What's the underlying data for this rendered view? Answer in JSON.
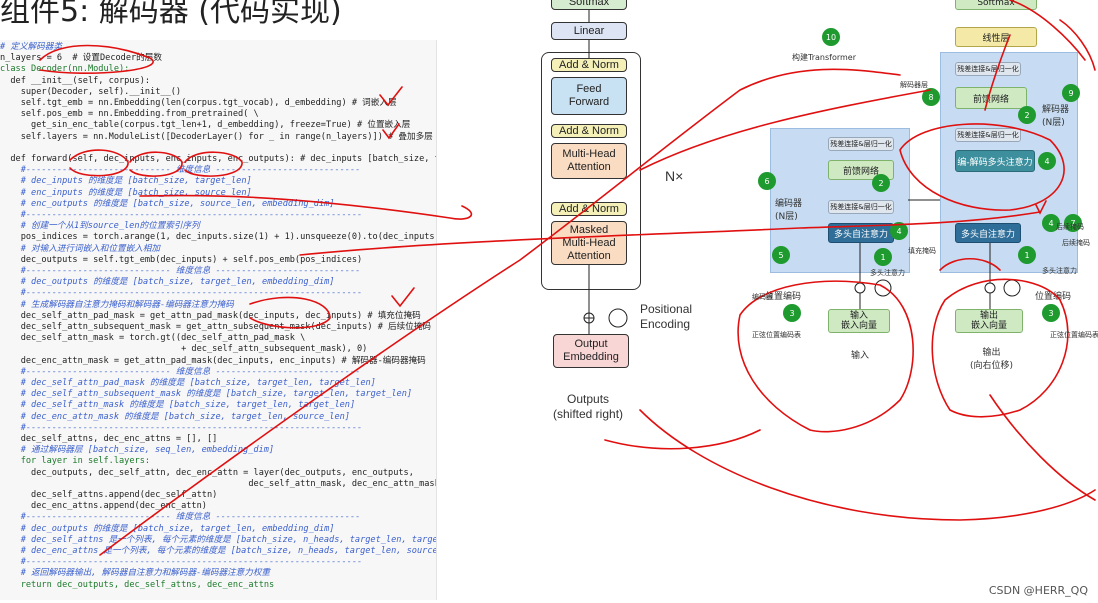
{
  "heading": "组件5: 解码器 (代码实现)",
  "code_lines": [
    {
      "t": "# 定义解码器类",
      "c": "comment"
    },
    {
      "t": "n_layers = 6  # 设置Decoder的层数",
      "c": ""
    },
    {
      "t": "class Decoder(nn.Module):",
      "c": "kw"
    },
    {
      "t": "  def __init__(self, corpus):",
      "c": ""
    },
    {
      "t": "    super(Decoder, self).__init__()",
      "c": ""
    },
    {
      "t": "    self.tgt_emb = nn.Embedding(len(corpus.tgt_vocab), d_embedding) # 词嵌入层",
      "c": ""
    },
    {
      "t": "    self.pos_emb = nn.Embedding.from_pretrained( \\",
      "c": ""
    },
    {
      "t": "      get_sin_enc_table(corpus.tgt_len+1, d_embedding), freeze=True) # 位置嵌入层",
      "c": ""
    },
    {
      "t": "    self.layers = nn.ModuleList([DecoderLayer() for _ in range(n_layers)]) # 叠加多层",
      "c": ""
    },
    {
      "t": "",
      "c": ""
    },
    {
      "t": "  def forward(self, dec_inputs, enc_inputs, enc_outputs): # dec_inputs [batch_size, target_len]",
      "c": ""
    },
    {
      "t": "    #---------------------------- 维度信息 ----------------------------",
      "c": "comment"
    },
    {
      "t": "    # dec_inputs 的维度是 [batch_size, target_len]",
      "c": "comment"
    },
    {
      "t": "    # enc_inputs 的维度是 [batch_size, source_len]",
      "c": "comment"
    },
    {
      "t": "    # enc_outputs 的维度是 [batch_size, source_len, embedding_dim]",
      "c": "comment"
    },
    {
      "t": "    #-----------------------------------------------------------------",
      "c": "comment"
    },
    {
      "t": "    # 创建一个从1到source_len的位置索引序列",
      "c": "comment"
    },
    {
      "t": "    pos_indices = torch.arange(1, dec_inputs.size(1) + 1).unsqueeze(0).to(dec_inputs)",
      "c": ""
    },
    {
      "t": "    # 对输入进行词嵌入和位置嵌入相加",
      "c": "comment"
    },
    {
      "t": "    dec_outputs = self.tgt_emb(dec_inputs) + self.pos_emb(pos_indices)",
      "c": ""
    },
    {
      "t": "    #---------------------------- 维度信息 ----------------------------",
      "c": "comment"
    },
    {
      "t": "    # dec_outputs 的维度是 [batch_size, target_len, embedding_dim]",
      "c": "comment"
    },
    {
      "t": "    #-----------------------------------------------------------------",
      "c": "comment"
    },
    {
      "t": "    # 生成解码器自注意力掩码和解码器-编码器注意力掩码",
      "c": "comment"
    },
    {
      "t": "    dec_self_attn_pad_mask = get_attn_pad_mask(dec_inputs, dec_inputs) # 填充位掩码",
      "c": ""
    },
    {
      "t": "    dec_self_attn_subsequent_mask = get_attn_subsequent_mask(dec_inputs) # 后续位掩码",
      "c": ""
    },
    {
      "t": "    dec_self_attn_mask = torch.gt((dec_self_attn_pad_mask \\",
      "c": ""
    },
    {
      "t": "                                   + dec_self_attn_subsequent_mask), 0)",
      "c": ""
    },
    {
      "t": "    dec_enc_attn_mask = get_attn_pad_mask(dec_inputs, enc_inputs) # 解码器-编码器掩码",
      "c": ""
    },
    {
      "t": "    #---------------------------- 维度信息 ----------------------------",
      "c": "comment"
    },
    {
      "t": "    # dec_self_attn_pad_mask 的维度是 [batch_size, target_len, target_len]",
      "c": "comment"
    },
    {
      "t": "    # dec_self_attn_subsequent_mask 的维度是 [batch_size, target_len, target_len]",
      "c": "comment"
    },
    {
      "t": "    # dec_self_attn_mask 的维度是 [batch_size, target_len, target_len]",
      "c": "comment"
    },
    {
      "t": "    # dec_enc_attn_mask 的维度是 [batch_size, target_len, source_len]",
      "c": "comment"
    },
    {
      "t": "    #-----------------------------------------------------------------",
      "c": "comment"
    },
    {
      "t": "    dec_self_attns, dec_enc_attns = [], []",
      "c": ""
    },
    {
      "t": "    # 通过解码器层 [batch_size, seq_len, embedding_dim]",
      "c": "comment"
    },
    {
      "t": "    for layer in self.layers:",
      "c": "kw"
    },
    {
      "t": "      dec_outputs, dec_self_attn, dec_enc_attn = layer(dec_outputs, enc_outputs,",
      "c": ""
    },
    {
      "t": "                                                dec_self_attn_mask, dec_enc_attn_mask)",
      "c": ""
    },
    {
      "t": "      dec_self_attns.append(dec_self_attn)",
      "c": ""
    },
    {
      "t": "      dec_enc_attns.append(dec_enc_attn)",
      "c": ""
    },
    {
      "t": "    #---------------------------- 维度信息 ----------------------------",
      "c": "comment"
    },
    {
      "t": "    # dec_outputs 的维度是 [batch_size, target_len, embedding_dim]",
      "c": "comment"
    },
    {
      "t": "    # dec_self_attns 是一个列表, 每个元素的维度是 [batch_size, n_heads, target_len, target_len]",
      "c": "comment"
    },
    {
      "t": "    # dec_enc_attns 是一个列表, 每个元素的维度是 [batch_size, n_heads, target_len, source_len]",
      "c": "comment"
    },
    {
      "t": "    #-----------------------------------------------------------------",
      "c": "comment"
    },
    {
      "t": "    # 返回解码器输出, 解码器自注意力和解码器-编码器注意力权重",
      "c": "comment"
    },
    {
      "t": "    return dec_outputs, dec_self_attns, dec_enc_attns",
      "c": "kw"
    }
  ],
  "transformer": {
    "softmax": "Softmax",
    "linear": "Linear",
    "add_norm": "Add & Norm",
    "feed_forward": "Feed\nForward",
    "multi_head": "Multi-Head\nAttention",
    "masked_mha": "Masked\nMulti-Head\nAttention",
    "nx": "N×",
    "positional": "Positional\nEncoding",
    "output_emb": "Output\nEmbedding",
    "outputs": "Outputs\n(shifted right)"
  },
  "cn_diagram": {
    "softmax": "Softmax",
    "linear": "线性层",
    "transformer_label": "构建Transformer",
    "res_norm": "残差连接&层归一化",
    "feed_forward": "前馈网络",
    "dec_enc_attn": "编-解码多头注意力",
    "self_attn": "多头自注意力",
    "encoder": "编码器\n(N层)",
    "decoder": "解码器\n(N层)",
    "pos_enc": "位置编码",
    "input_emb": "输入\n嵌入向量",
    "output_emb": "输出\n嵌入向量",
    "input": "输入",
    "output": "输出\n(向右位移)",
    "badges": [
      "10",
      "9",
      "8",
      "2",
      "2",
      "4",
      "6",
      "5",
      "4",
      "1",
      "1",
      "7",
      "3",
      "3",
      "4"
    ],
    "small_labels": [
      "填充掩码",
      "后续掩码",
      "多头注意力",
      "正弦位置编码表",
      "正弦位置编码表",
      "编码器",
      "解码器层",
      "后续掩码",
      "多头注意力"
    ]
  },
  "watermark": "CSDN @HERR_QQ"
}
